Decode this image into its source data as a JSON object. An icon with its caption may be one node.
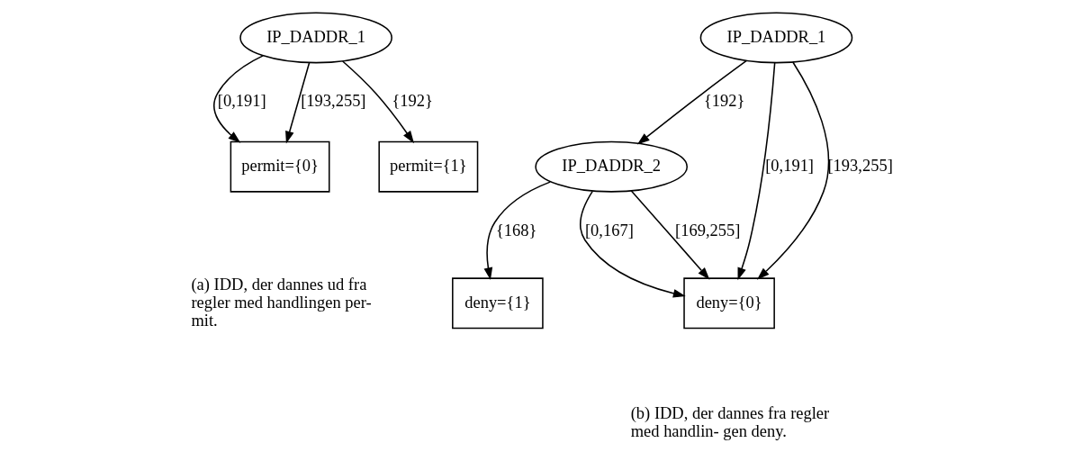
{
  "diagram": {
    "nodes": [
      {
        "text": [
          "IP_DADDR_1"
        ]
      },
      {
        "text": [
          "permit={0}"
        ]
      },
      {
        "text": [
          "permit={1}"
        ]
      },
      {
        "text": [
          "IP_DADDR_1"
        ]
      },
      {
        "text": [
          "IP_DADDR_2"
        ]
      },
      {
        "text": [
          "deny={0}"
        ]
      },
      {
        "text": [
          "deny={1}"
        ]
      }
    ],
    "edges": [
      {
        "from": 0,
        "to": 1,
        "arrow": "to",
        "label": "[0,191]"
      },
      {
        "from": 0,
        "to": 1,
        "arrow": "to",
        "label": "[193,255]"
      },
      {
        "from": 0,
        "to": 2,
        "arrow": "to",
        "label": "{192}"
      },
      {
        "from": 3,
        "to": 5,
        "arrow": "to",
        "label": "[0,191]"
      },
      {
        "from": 3,
        "to": 5,
        "arrow": "to",
        "label": "[193,255]"
      },
      {
        "from": 3,
        "to": 4,
        "arrow": "to",
        "label": "{192}"
      },
      {
        "from": 4,
        "to": 5,
        "arrow": "to",
        "label": "[0,167]"
      },
      {
        "from": 4,
        "to": 5,
        "arrow": "to",
        "label": "[169,255]"
      },
      {
        "from": 4,
        "to": 6,
        "arrow": "to",
        "label": "{168}"
      }
    ],
    "labels": [
      "(a) IDD, der dannes ud fra regler med handlingen per- mit.",
      "(b) IDD, der dannes fra regler med handlin- gen deny."
    ]
  }
}
